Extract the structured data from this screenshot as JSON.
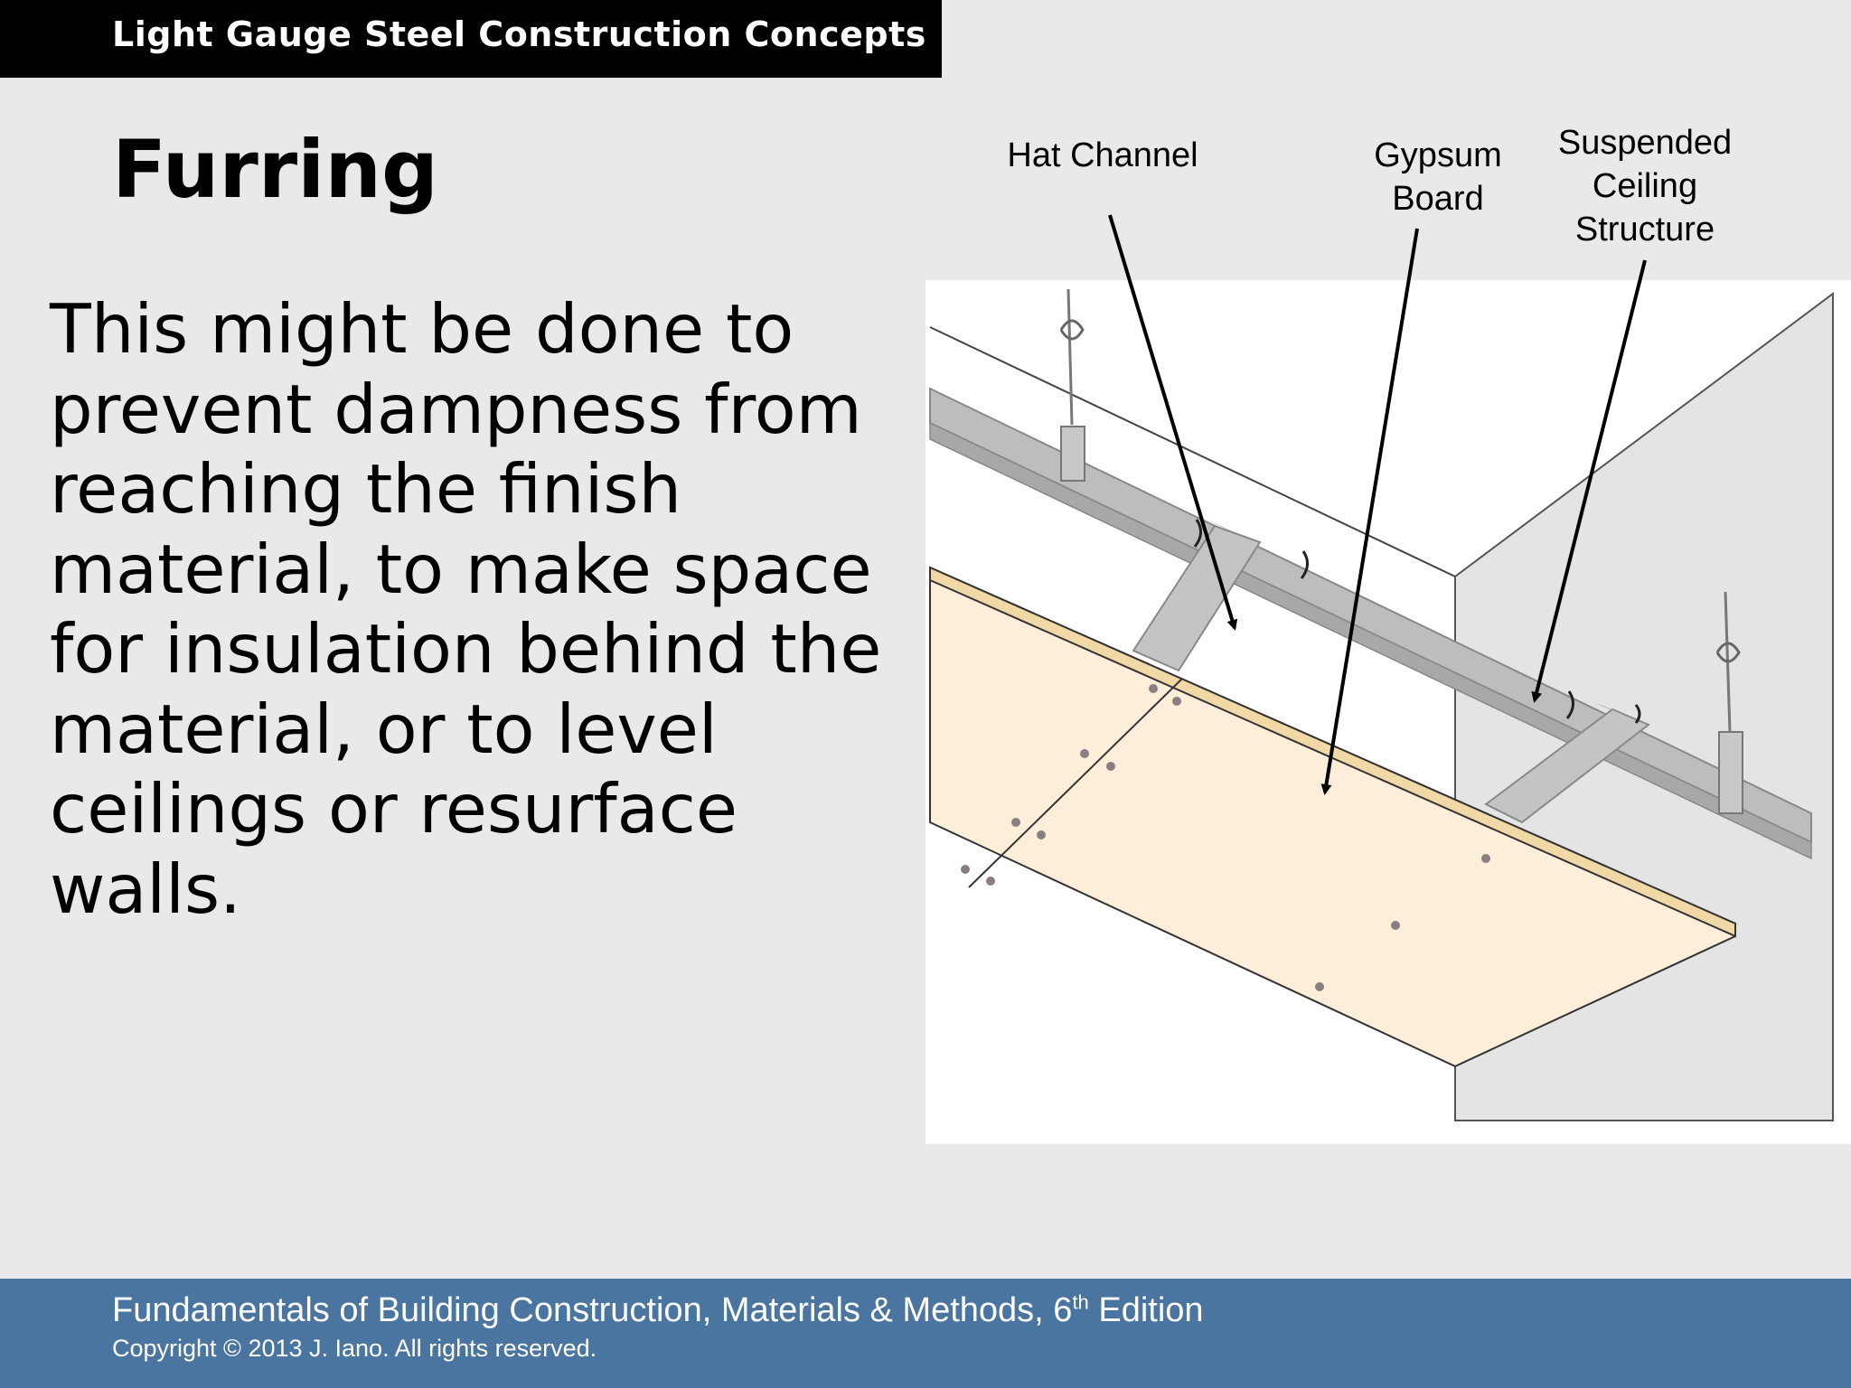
{
  "header": {
    "title": "Light Gauge Steel Construction Concepts"
  },
  "slide": {
    "title": "Furring",
    "body": "This might be done to prevent dampness from reaching the finish material, to make space for insulation behind the material, or to level ceilings or resurface walls."
  },
  "figure": {
    "labels": {
      "hat_channel": "Hat Channel",
      "gypsum_board": "Gypsum Board",
      "suspended_ceiling": "Suspended Ceiling Structure"
    }
  },
  "footer": {
    "book_prefix": "Fundamentals of Building Construction, Materials & Methods, 6",
    "book_superscript": "th",
    "book_suffix": " Edition",
    "copyright": "Copyright © 2013 J. Iano. All rights reserved."
  },
  "colors": {
    "header_bg": "#000000",
    "footer_bg": "#4a75a0",
    "slide_bg": "#e9e9e9",
    "gypsum_board": "#fdeed9",
    "gypsum_edge": "#f0d9a6",
    "steel": "#b4b4b4"
  }
}
